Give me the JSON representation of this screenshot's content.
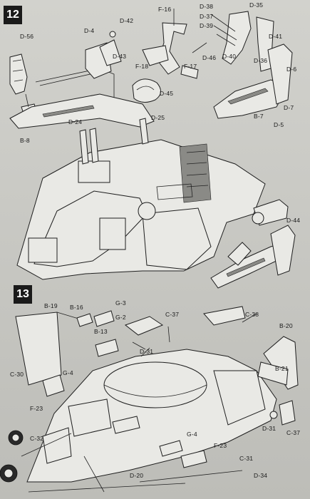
{
  "step_12": {
    "number": "12"
  },
  "step_13": {
    "number": "13"
  },
  "callouts_12": {
    "d56": "D-56",
    "b8": "B-8",
    "d4": "D-4",
    "d42": "D-42",
    "d43": "D-43",
    "f16": "F-16",
    "f18": "F-18",
    "f17": "F-17",
    "d46": "D-46",
    "d45": "D-45",
    "d24": "D-24",
    "d25": "D-25",
    "d38": "D-38",
    "d37": "D-37",
    "d39": "D-39",
    "d35": "D-35",
    "d41": "D-41",
    "d40": "D-40",
    "d36": "D-36",
    "d6": "D-6",
    "b7": "B-7",
    "d7": "D-7",
    "d5": "D-5",
    "d44": "D-44"
  },
  "callouts_13": {
    "b19": "B-19",
    "b16": "B-16",
    "g3": "G-3",
    "g2": "G-2",
    "c37a": "C-37",
    "c38": "C-38",
    "b13": "B-13",
    "d31a": "D-31",
    "b20": "B-20",
    "b21": "B-21",
    "c30": "C-30",
    "g4a": "G-4",
    "f23a": "F-23",
    "c32": "C-32",
    "d31b": "D-31",
    "c37b": "C-37",
    "g4b": "G-4",
    "f23b": "F-23",
    "c31": "C-31",
    "d20": "D-20",
    "d34": "D-34"
  }
}
